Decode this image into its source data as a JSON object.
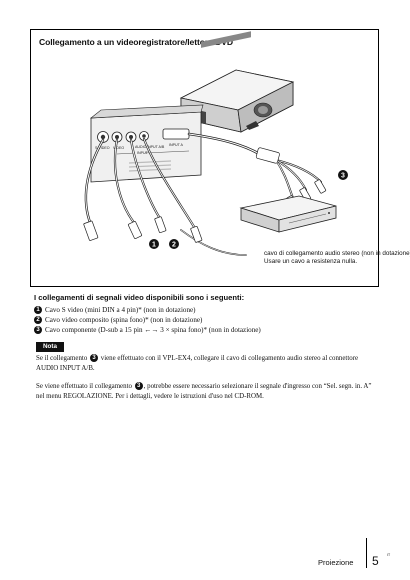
{
  "figure": {
    "title": "Collegamento a un videoregistratore/lettore DVD",
    "panel_labels": {
      "s_video": "S VIDEO",
      "video": "VIDEO",
      "audio": "AUDIO",
      "input_ab": "INPUT A/B",
      "input_a": "INPUT A",
      "input": "INPUT"
    },
    "callouts": [
      "1",
      "2",
      "3"
    ],
    "caption_line1": "cavo di collegamento audio stereo (non in dotazione)",
    "caption_line2": "Usare un cavo a resistenza nulla."
  },
  "section": {
    "heading": "I collegamenti di segnali video disponibili sono i seguenti:",
    "items": [
      {
        "number": "1",
        "text": "Cavo S video (mini DIN a 4 pin)* (non in dotazione)"
      },
      {
        "number": "2",
        "text": "Cavo video composito (spina fono)* (non in dotazione)"
      },
      {
        "number": "3",
        "text": "Cavo componente (D-sub a 15 pin ←→ 3 × spina fono)* (non in dotazione)"
      }
    ]
  },
  "note": {
    "badge": "Nota",
    "text_before": "Se il collegamento",
    "text_number": "3",
    "text_after": "viene effettuato con il VPL-EX4, collegare il cavo di collegamento audio stereo al connettore AUDIO INPUT A/B."
  },
  "paragraph": {
    "text_before": "Se viene effettuato il collegamento",
    "text_number": "3",
    "text_after": ", potrebbe essere necessario selezionare il segnale d'ingresso con “Sel. segn. in. A” nel menu REGOLAZIONE. Per i dettagli, vedere le istruzioni d'uso nel CD-ROM."
  },
  "footer": {
    "section_label": "Proiezione",
    "page_number": "5",
    "page_lang": "IT"
  }
}
